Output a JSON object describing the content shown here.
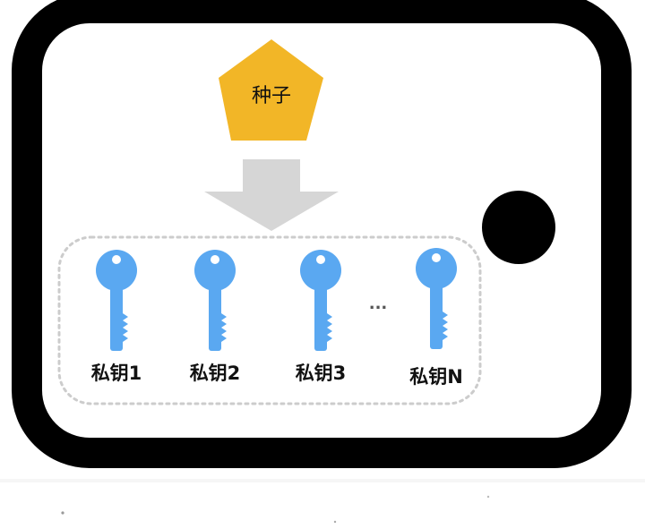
{
  "diagram": {
    "seed": {
      "label": "种子",
      "color": "#F2B627"
    },
    "arrow_color": "#D6D6D6",
    "key_color": "#5AA8F1",
    "wallet_color": "#000000",
    "keys": [
      {
        "label": "私钥1"
      },
      {
        "label": "私钥2"
      },
      {
        "label": "私钥3"
      },
      {
        "label": "私钥N"
      }
    ],
    "ellipsis": "..."
  }
}
